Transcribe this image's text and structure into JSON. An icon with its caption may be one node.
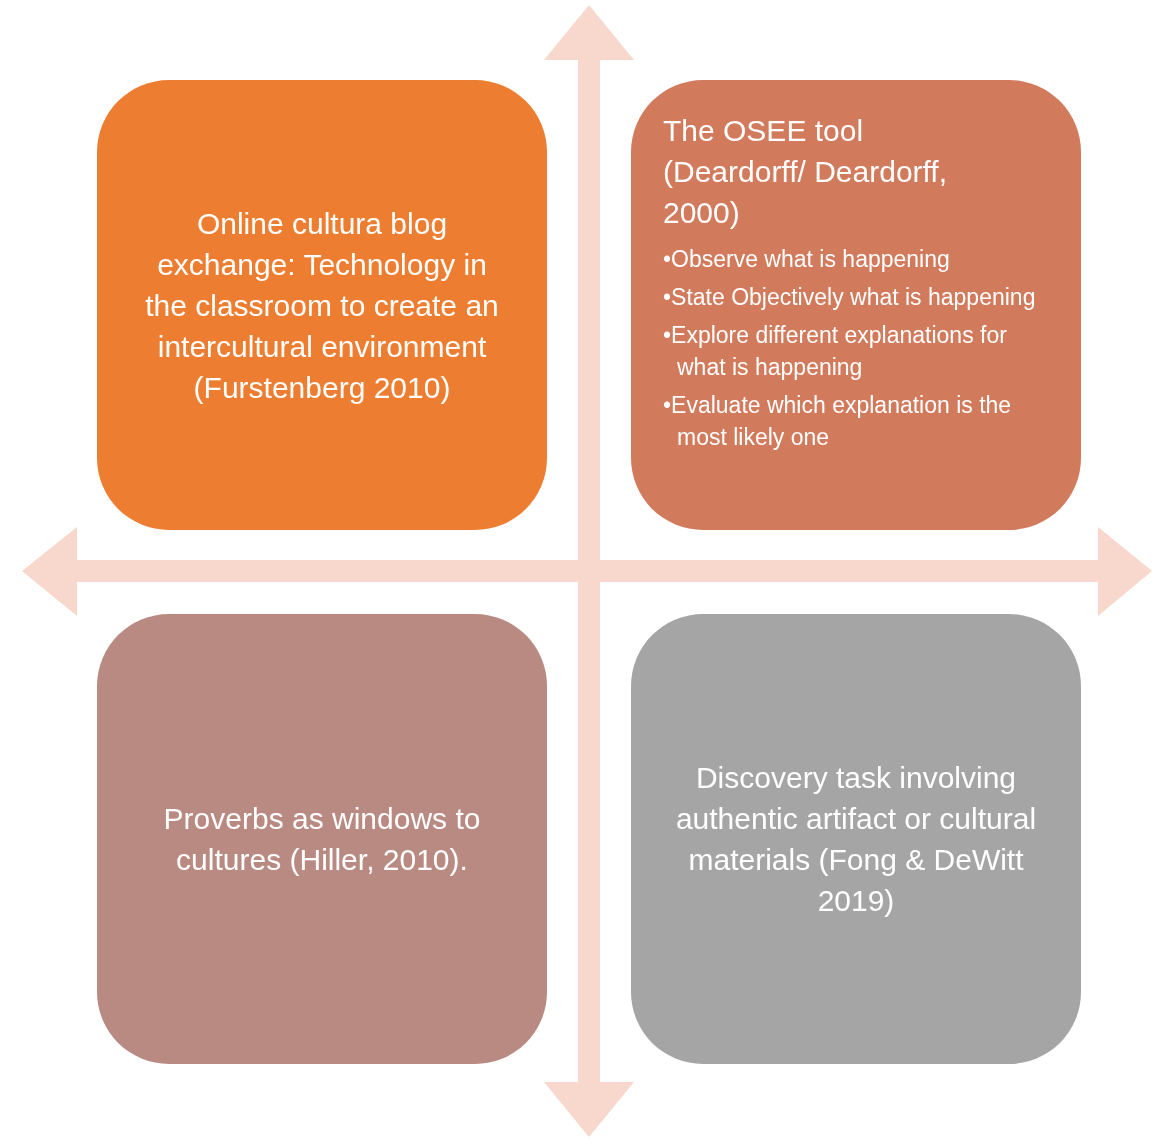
{
  "diagram": {
    "nodes": [
      {
        "text": [
          "Online cultura blog exchange: Technology in the classroom to create an intercultural environment (Furstenberg 2010)"
        ]
      },
      {
        "text": [
          "The OSEE tool (Deardorff/ Deardorff, 2000)",
          "•Observe what is happening",
          "•State Objectively what is happening",
          "•Explore different explanations for what is happening",
          "•Evaluate which explanation is the most likely one"
        ]
      },
      {
        "text": [
          "Proverbs as windows to cultures (Hiller, 2010)."
        ]
      },
      {
        "text": [
          "Discovery task involving authentic artifact or cultural materials (Fong & DeWitt 2019)"
        ]
      }
    ]
  }
}
